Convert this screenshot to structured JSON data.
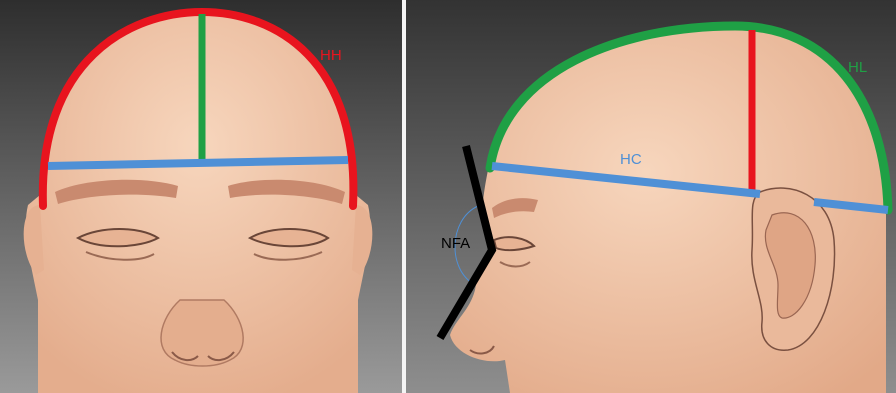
{
  "panels": {
    "front": {
      "labels": {
        "hh": "HH"
      },
      "colors": {
        "hh": "#e8141e",
        "vertical": "#1fa045",
        "horizontal": "#4f90d6"
      }
    },
    "side": {
      "labels": {
        "hl": "HL",
        "hc": "HC",
        "nfa": "NFA"
      },
      "colors": {
        "hl": "#1fa045",
        "vertical": "#e8141e",
        "hc": "#4f90d6",
        "nfa": "#000000"
      }
    }
  },
  "colors": {
    "skin": "#f3c9ac",
    "brow": "#c98a6f",
    "background_top": "#2f2f2f",
    "background_bottom": "#8a8a8a"
  }
}
